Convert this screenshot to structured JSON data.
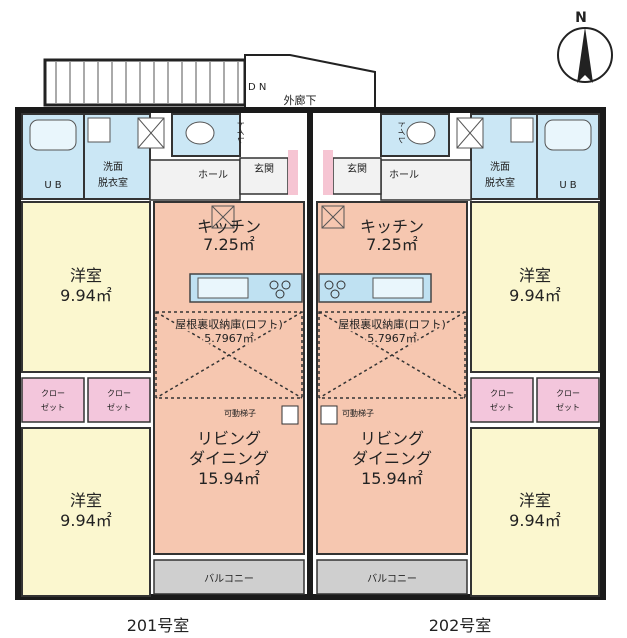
{
  "compass": {
    "label": "N"
  },
  "common": {
    "corridor": "外廊下",
    "dn": "D N"
  },
  "units": [
    {
      "label": "201号室",
      "toilet": "トイレ",
      "ub": "U B",
      "wash_1": "洗面",
      "wash_2": "脱衣室",
      "hall": "ホール",
      "entrance": "玄関",
      "kitchen_name": "キッチン",
      "kitchen_area": "7.25㎡",
      "room1_name": "洋室",
      "room1_area": "9.94㎡",
      "room2_name": "洋室",
      "room2_area": "9.94㎡",
      "closet1_1": "クロー",
      "closet1_2": "ゼット",
      "closet2_1": "クロー",
      "closet2_2": "ゼット",
      "loft_name": "屋根裏収納庫(ロフト)",
      "loft_area": "5.7967㎡",
      "ladder": "可動梯子",
      "living_1": "リビング",
      "living_2": "ダイニング",
      "living_area": "15.94㎡",
      "balcony": "バルコニー"
    },
    {
      "label": "202号室",
      "toilet": "トイレ",
      "ub": "U B",
      "wash_1": "洗面",
      "wash_2": "脱衣室",
      "hall": "ホール",
      "entrance": "玄関",
      "kitchen_name": "キッチン",
      "kitchen_area": "7.25㎡",
      "room1_name": "洋室",
      "room1_area": "9.94㎡",
      "room2_name": "洋室",
      "room2_area": "9.94㎡",
      "closet1_1": "クロー",
      "closet1_2": "ゼット",
      "closet2_1": "クロー",
      "closet2_2": "ゼット",
      "loft_name": "屋根裏収納庫(ロフト)",
      "loft_area": "5.7967㎡",
      "ladder": "可動梯子",
      "living_1": "リビング",
      "living_2": "ダイニング",
      "living_area": "15.94㎡",
      "balcony": "バルコニー"
    }
  ],
  "colors": {
    "wall": "#1a1a1a",
    "western_room": "#fbf7cf",
    "living": "#f6c7b0",
    "entrance": "#f6c5d3",
    "closet": "#f3c6dc",
    "bath": "#cbe7f5",
    "kitchen_counter": "#bfe1f2",
    "balcony": "#cfcfcf",
    "hall": "#f2f2f2"
  }
}
